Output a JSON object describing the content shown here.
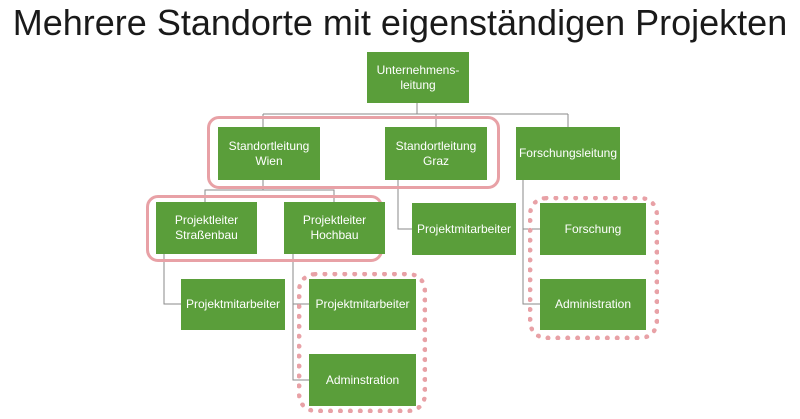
{
  "title": "Mehrere Standorte mit eigenständigen Projekten",
  "colors": {
    "box": "#5a9e3a",
    "line": "#8a8a8a",
    "highlight": "#e8a1a6"
  },
  "nodes": {
    "ceo": "Unternehmens-\nleitung",
    "site_vienna": "Standortleitung\nWien",
    "site_graz": "Standortleitung\nGraz",
    "research_lead": "Forschungsleitung",
    "pm_road": "Projektleiter\nStraßenbau",
    "pm_building": "Projektleiter\nHochbau",
    "staff_graz": "Projektmitarbeiter",
    "research": "Forschung",
    "admin_research": "Administration",
    "staff_road": "Projektmitarbeiter",
    "staff_building": "Projektmitarbeiter",
    "admin_building": "Adminstration"
  }
}
